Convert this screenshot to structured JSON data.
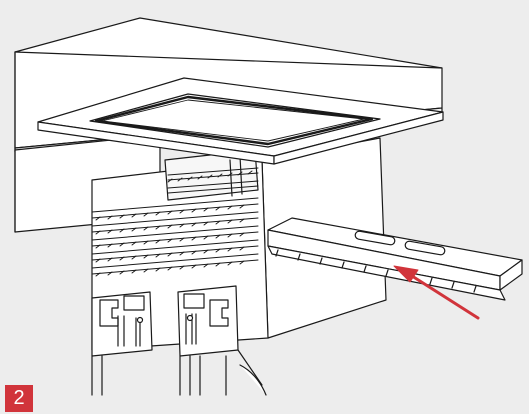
{
  "figure": {
    "step_number": "2",
    "components": {
      "ceiling": "ceiling-panel",
      "enclosure": "device-enclosure",
      "rail": "din-rail",
      "arrow": "insert-direction-arrow"
    },
    "colors": {
      "background": "#ededed",
      "panel_fill": "#ffffff",
      "line": "#1a1a1a",
      "accent": "#d1343b"
    }
  }
}
